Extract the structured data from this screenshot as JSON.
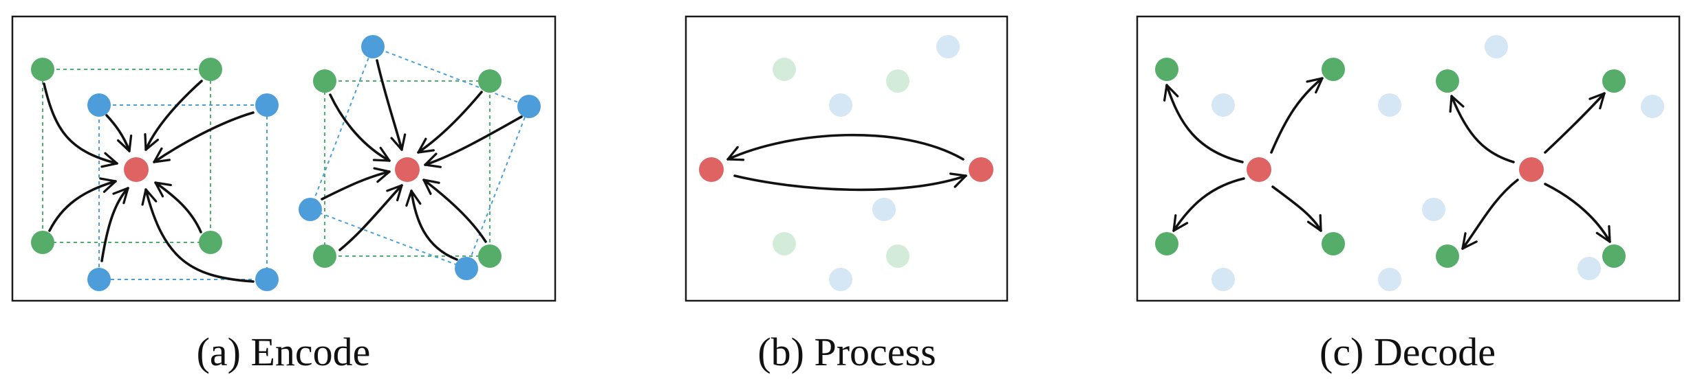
{
  "colors": {
    "center": "#e06363",
    "green": "#56ad6a",
    "blue": "#4d9ddb",
    "green_faded": "#d3ecd9",
    "blue_faded": "#d5e6f5",
    "edge": "#111111"
  },
  "panels": [
    {
      "id": "encode",
      "caption": "(a) Encode"
    },
    {
      "id": "process",
      "caption": "(b) Process"
    },
    {
      "id": "decode",
      "caption": "(c) Decode"
    }
  ]
}
